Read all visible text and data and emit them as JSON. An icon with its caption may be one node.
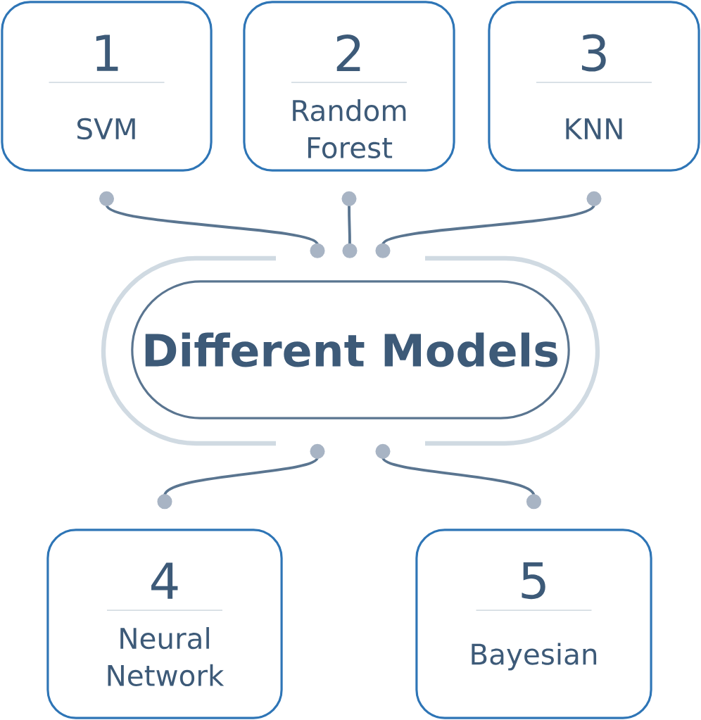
{
  "diagram": {
    "nodes": [
      {
        "text": [
          "1",
          "SVM"
        ]
      },
      {
        "text": [
          "2",
          "Random Forest"
        ]
      },
      {
        "text": [
          "3",
          "KNN"
        ]
      },
      {
        "text": [
          "4",
          "Neural Network"
        ]
      },
      {
        "text": [
          "5",
          "Bayesian"
        ]
      },
      {
        "text": [
          "Different Models"
        ]
      }
    ],
    "edges": [
      {
        "from": 0,
        "to": 5,
        "arrow": "other"
      },
      {
        "from": 1,
        "to": 5,
        "arrow": "other"
      },
      {
        "from": 2,
        "to": 5,
        "arrow": "other"
      },
      {
        "from": 5,
        "to": 3,
        "arrow": "other"
      },
      {
        "from": 5,
        "to": 4,
        "arrow": "other"
      }
    ]
  }
}
